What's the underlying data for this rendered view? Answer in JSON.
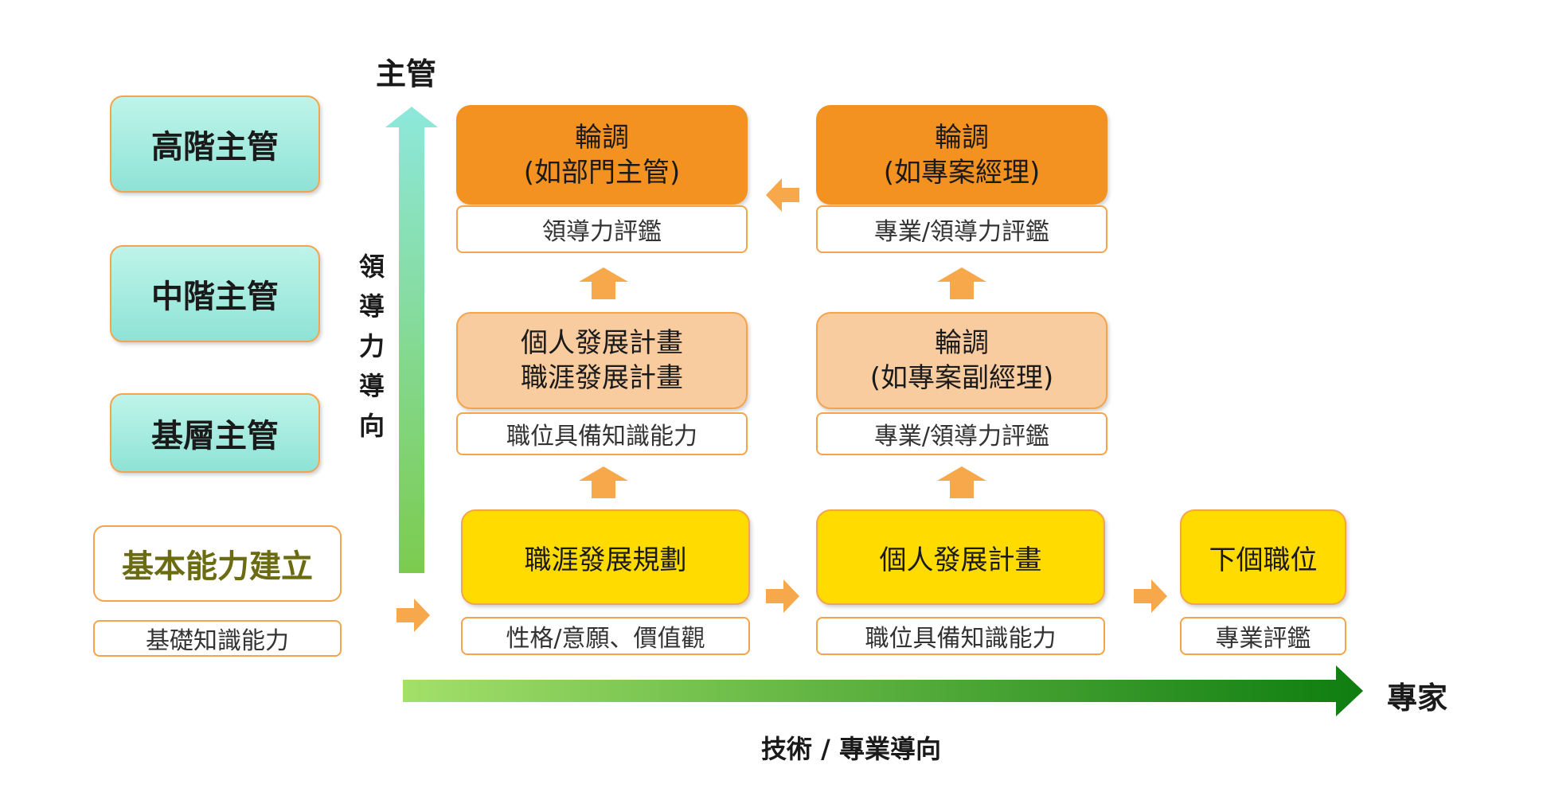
{
  "axes": {
    "vertical_title": "主管",
    "vertical_label": "領導力導向",
    "horizontal_end": "專家",
    "horizontal_label": "技術 / 專業導向"
  },
  "levels": [
    "高階主管",
    "中階主管",
    "基層主管"
  ],
  "basic": {
    "title": "基本能力建立",
    "label": "基礎知識能力"
  },
  "bottom_row": [
    {
      "title": "職涯發展規劃",
      "label": "性格/意願、價值觀"
    },
    {
      "title": "個人發展計畫",
      "label": "職位具備知識能力"
    },
    {
      "title": "下個職位",
      "label": "專業評鑑"
    }
  ],
  "middle_row": [
    {
      "line1": "個人發展計畫",
      "line2": "職涯發展計畫",
      "label": "職位具備知識能力"
    },
    {
      "line1": "輪調",
      "line2": "(如專案副經理)",
      "label": "專業/領導力評鑑"
    }
  ],
  "top_row": [
    {
      "line1": "輪調",
      "line2": "(如部門主管)",
      "label": "領導力評鑑"
    },
    {
      "line1": "輪調",
      "line2": "(如專案經理)",
      "label": "專業/領導力評鑑"
    }
  ],
  "colors": {
    "level_fill": "#8ee3d6",
    "border": "#f3a44c",
    "dark_orange": "#f39220",
    "light_orange": "#f9cca0",
    "yellow": "#ffdb00",
    "arrow_orange": "#f7a84a",
    "axis_green_start": "#9fe06a",
    "axis_green_end": "#0e7d10"
  }
}
